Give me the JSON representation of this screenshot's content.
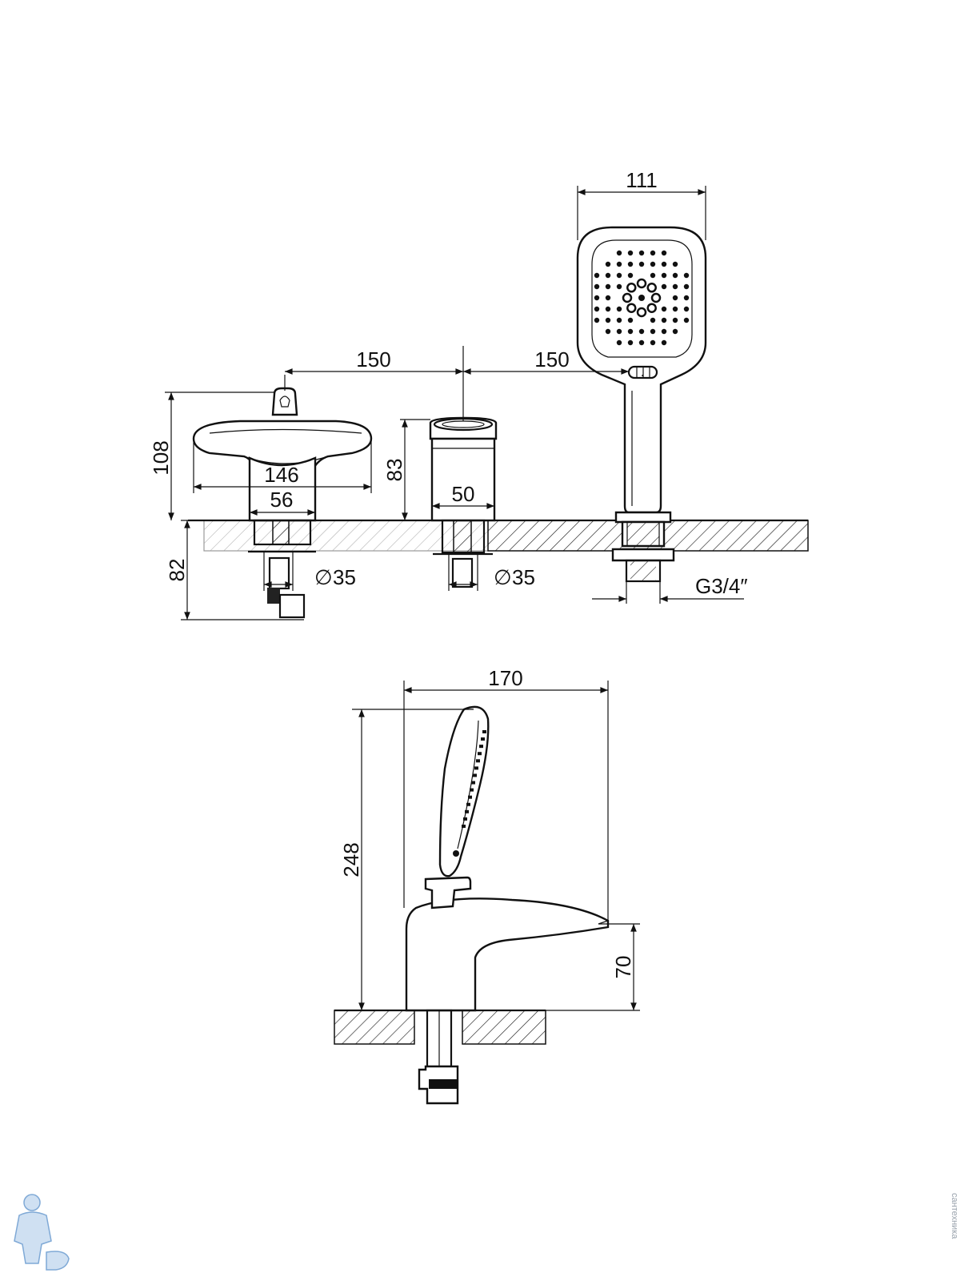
{
  "dimensions": {
    "handshower_width": "111",
    "spacing_left": "150",
    "spacing_right": "150",
    "spout_height": "108",
    "spout_width": "146",
    "spout_base": "56",
    "mixer_height": "83",
    "mixer_width": "50",
    "below_deck": "82",
    "hole_left": "35",
    "hole_mid": "35",
    "thread": "G3/4″",
    "side_width": "170",
    "side_height": "248",
    "side_spout_height": "70"
  },
  "diameter_symbol": "∅",
  "watermark": "сантехника",
  "colors": {
    "line": "#111111",
    "watermark": "#9aa3ad",
    "logo": "#7fa9d6"
  }
}
